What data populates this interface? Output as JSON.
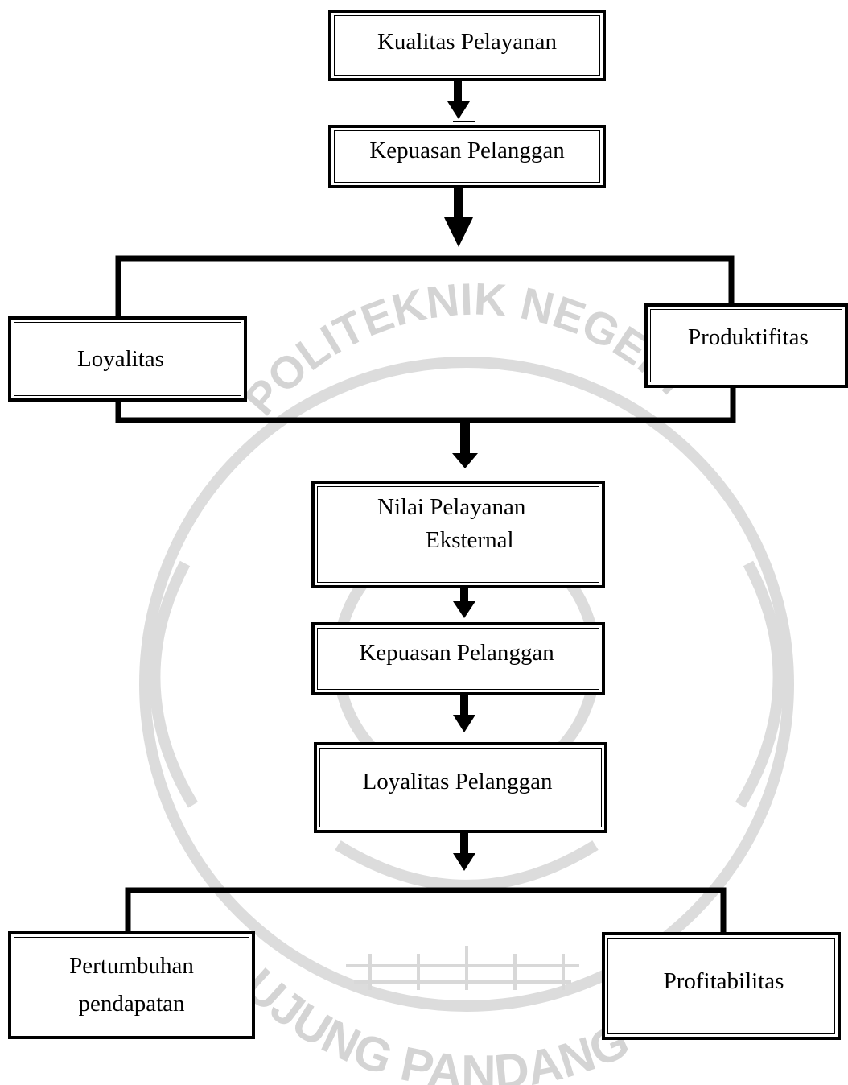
{
  "nodes": {
    "kualitas_pelayanan": "Kualitas Pelayanan",
    "kepuasan_pelanggan_1": "Kepuasan Pelanggan",
    "loyalitas": "Loyalitas",
    "produktifitas": "Produktifitas",
    "nilai_pelayanan_eksternal": {
      "line1": "Nilai Pelayanan",
      "line2": "Eksternal"
    },
    "kepuasan_pelanggan_2": "Kepuasan Pelanggan",
    "loyalitas_pelanggan": "Loyalitas Pelanggan",
    "pertumbuhan_pendapatan": {
      "line1": "Pertumbuhan",
      "line2": "pendapatan"
    },
    "profitabilitas": "Profitabilitas"
  },
  "watermark": {
    "top_text": "POLITEKNIK NEGERI",
    "bottom_text": "UJUNG PANDANG"
  }
}
